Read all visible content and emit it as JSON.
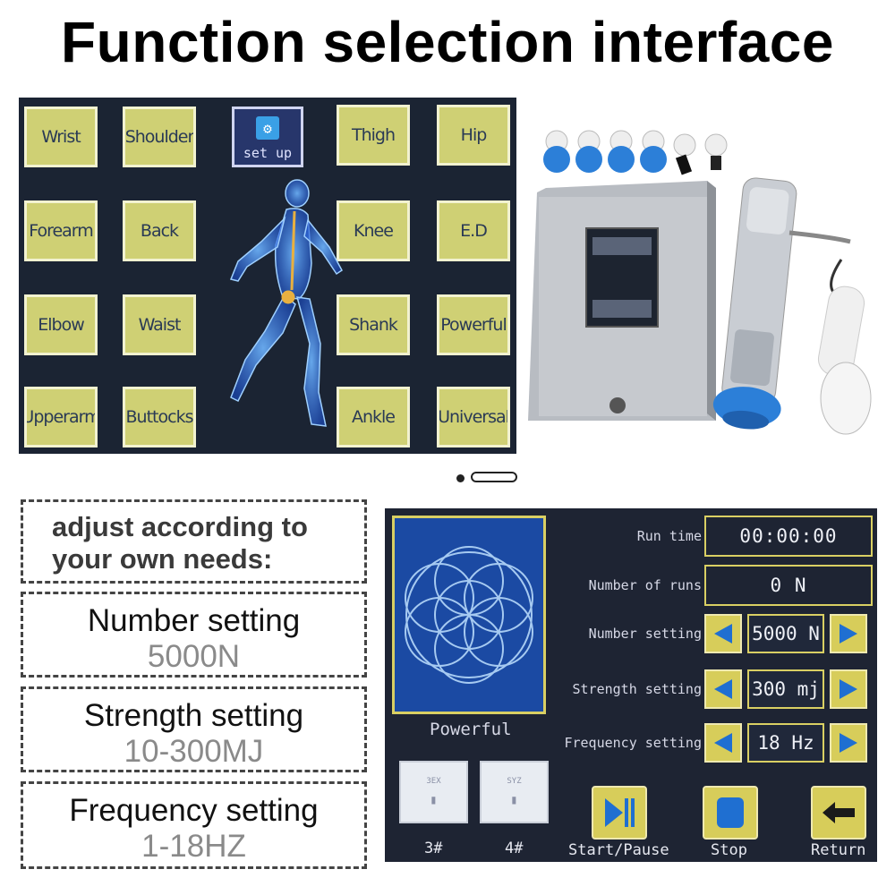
{
  "title": "Function selection interface",
  "screen1": {
    "left_buttons": [
      "Wrist",
      "Shoulder",
      "Forearm",
      "Back",
      "Elbow",
      "Waist",
      "Upperarm",
      "Buttocks"
    ],
    "right_buttons": [
      "Thigh",
      "Hip",
      "Knee",
      "E.D",
      "Shank",
      "Powerful",
      "Ankle",
      "Universal"
    ],
    "setup_label": "set up",
    "colors": {
      "button": "#cfd074",
      "background": "#1b2433",
      "setup_button": "#27366b"
    }
  },
  "device_photo": {
    "icon": "shockwave-device-photo"
  },
  "left_panel": {
    "heading": "adjust according to your own needs:",
    "settings": [
      {
        "label": "Number setting",
        "value": "5000N"
      },
      {
        "label": "Strength setting",
        "value": "10-300MJ"
      },
      {
        "label": "Frequency setting",
        "value": "1-18HZ"
      }
    ]
  },
  "screen2": {
    "mode_label": "Powerful",
    "run_time_label": "Run time",
    "run_time_value": "00:00:00",
    "number_of_runs_label": "Number of runs",
    "number_of_runs_value": "0  N",
    "number_setting_label": "Number setting",
    "number_setting_value": "5000 N",
    "strength_setting_label": "Strength setting",
    "strength_setting_value": "300 mj",
    "frequency_setting_label": "Frequency setting",
    "frequency_setting_value": "18 Hz",
    "preset_3": {
      "tag": "3EX",
      "label": "3#"
    },
    "preset_4": {
      "tag": "SYZ",
      "label": "4#"
    },
    "start_pause_label": "Start/Pause",
    "stop_label": "Stop",
    "return_label": "Return",
    "colors": {
      "button": "#d7cd5a",
      "arrow": "#1f6fd1",
      "frame": "#d9cf63",
      "background": "#1e2433"
    }
  }
}
